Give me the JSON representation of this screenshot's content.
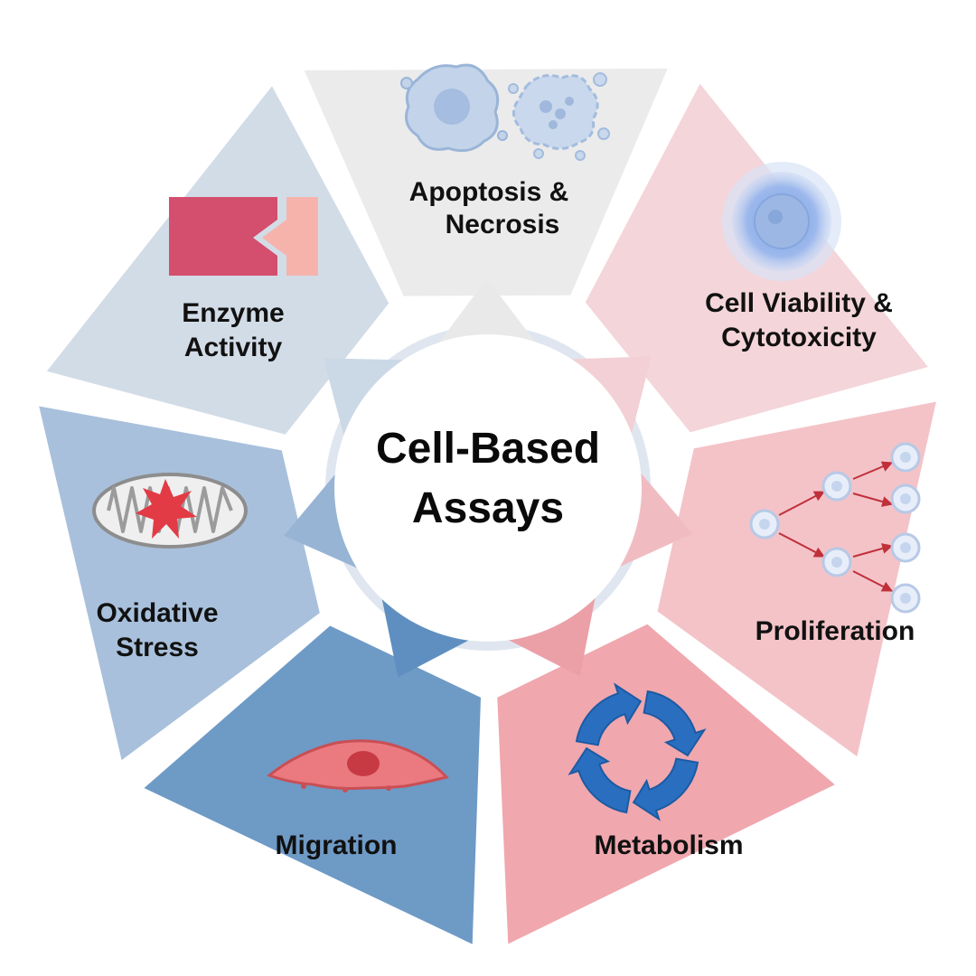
{
  "diagram": {
    "center": {
      "line1": "Cell-Based",
      "line2": "Assays"
    },
    "segments": [
      {
        "id": "apoptosis",
        "line1": "Apoptosis &",
        "line2": "Necrosis",
        "color": "#ebebeb",
        "icon": "apoptotic-cells-icon"
      },
      {
        "id": "viability",
        "line1": "Cell Viability &",
        "line2": "Cytotoxicity",
        "color": "#f4d5d9",
        "icon": "cell-icon"
      },
      {
        "id": "proliferation",
        "line1": "Proliferation",
        "line2": "",
        "color": "#f3c3c8",
        "icon": "cell-division-icon"
      },
      {
        "id": "metabolism",
        "line1": "Metabolism",
        "line2": "",
        "color": "#f0a7ae",
        "icon": "cycle-arrows-icon"
      },
      {
        "id": "migration",
        "line1": "Migration",
        "line2": "",
        "color": "#6e9ac6",
        "icon": "migrating-cell-icon"
      },
      {
        "id": "oxidative",
        "line1": "Oxidative",
        "line2": "Stress",
        "color": "#a8c0db",
        "icon": "mitochondrion-icon"
      },
      {
        "id": "enzyme",
        "line1": "Enzyme",
        "line2": "Activity",
        "color": "#d2dce7",
        "icon": "enzyme-icon"
      }
    ]
  }
}
